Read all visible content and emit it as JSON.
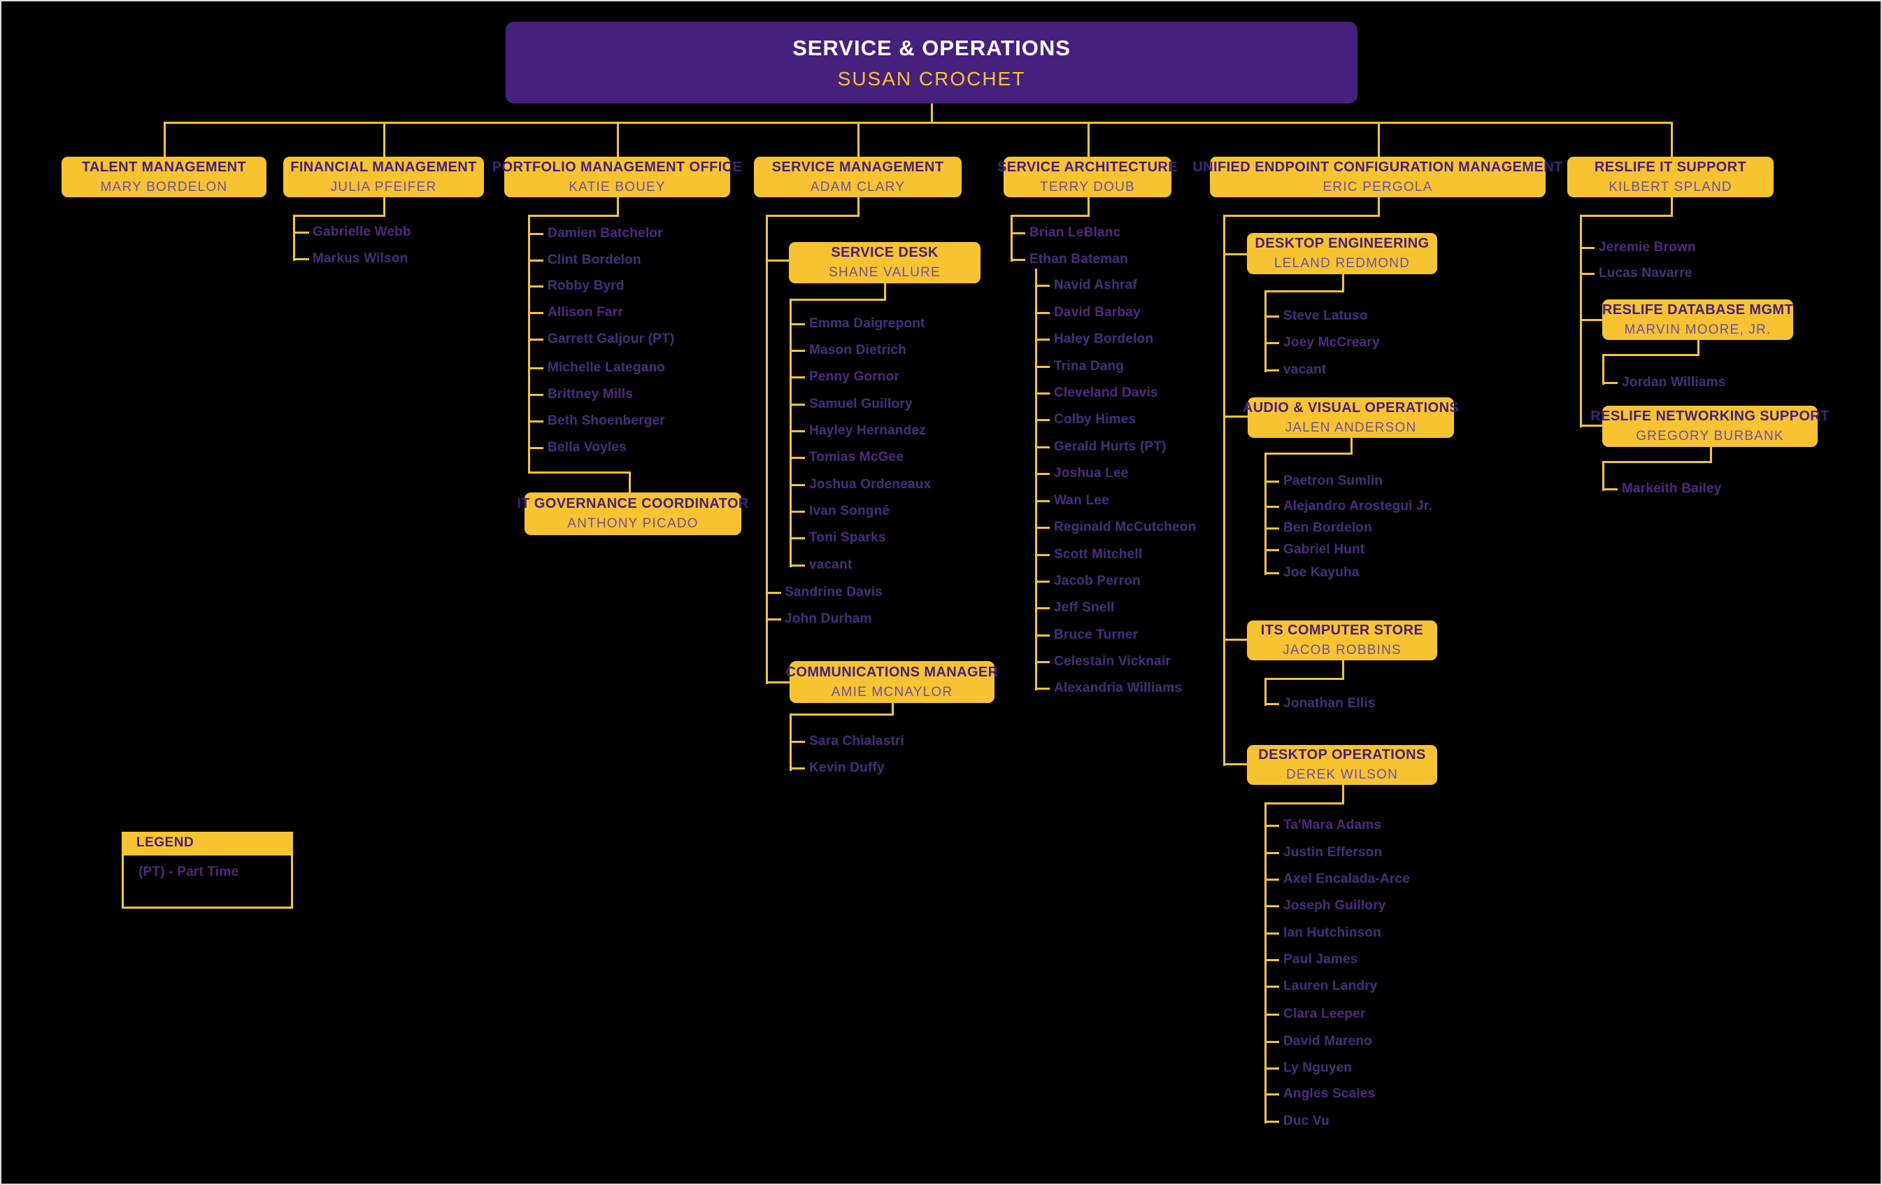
{
  "root": {
    "title": "SERVICE & OPERATIONS",
    "name": "SUSAN CROCHET"
  },
  "legend": {
    "header": "LEGEND",
    "entries": [
      "(PT) - Part Time"
    ]
  },
  "colors": {
    "background": "#000000",
    "gold": "#F7C331",
    "root_purple": "#45217D",
    "box_title_purple": "#45217D",
    "box_name_purple": "#6F4FA0",
    "member_purple": "#4A2B80",
    "root_title_white": "#FFFFFF"
  },
  "departments": [
    {
      "title": "TALENT MANAGEMENT",
      "name": "MARY BORDELON",
      "members": []
    },
    {
      "title": "FINANCIAL MANAGEMENT",
      "name": "JULIA PFEIFER",
      "members": [
        "Gabrielle Webb",
        "Markus Wilson"
      ]
    },
    {
      "title": "PORTFOLIO MANAGEMENT OFFICE",
      "name": "KATIE BOUEY",
      "members": [
        "Damien Batchelor",
        "Clint Bordelon",
        "Robby Byrd",
        "Allison Farr",
        "Garrett Galjour (PT)",
        "Michelle Lategano",
        "Brittney Mills",
        "Beth Shoenberger",
        "Bella Voyles"
      ],
      "subunits": [
        {
          "title": "IT GOVERNANCE COORDINATOR",
          "name": "ANTHONY PICADO",
          "members": []
        }
      ]
    },
    {
      "title": "SERVICE MANAGEMENT",
      "name": "ADAM CLARY",
      "members": [
        "Sandrine Davis",
        "John Durham"
      ],
      "subunits": [
        {
          "title": "SERVICE DESK",
          "name": "SHANE VALURE",
          "members": [
            "Emma Daigrepont",
            "Mason Dietrich",
            "Penny Gornor",
            "Samuel Guillory",
            "Hayley Hernandez",
            "Tomias McGee",
            "Joshua Ordeneaux",
            "Ivan Songné",
            "Toni Sparks",
            "vacant"
          ]
        },
        {
          "title": "COMMUNICATIONS MANAGER",
          "name": "AMIE MCNAYLOR",
          "members": [
            "Sara Chialastri",
            "Kevin Duffy"
          ]
        }
      ]
    },
    {
      "title": "SERVICE ARCHITECTURE",
      "name": "TERRY DOUB",
      "members": [
        "Brian LeBlanc",
        "Ethan Bateman"
      ],
      "team": [
        "Navid Ashraf",
        "David Barbay",
        "Haley Bordelon",
        "Trina Dang",
        "Cleveland Davis",
        "Colby Himes",
        "Gerald Hurts (PT)",
        "Joshua Lee",
        "Wan Lee",
        "Reginald McCutcheon",
        "Scott Mitchell",
        "Jacob Perron",
        "Jeff Snell",
        "Bruce Turner",
        "Celestain Vicknair",
        "Alexandria Williams"
      ]
    },
    {
      "title": "UNIFIED ENDPOINT CONFIGURATION MANAGEMENT",
      "name": "ERIC PERGOLA",
      "members": [],
      "subunits": [
        {
          "title": "DESKTOP ENGINEERING",
          "name": "LELAND REDMOND",
          "members": [
            "Steve Latuso",
            "Joey McCreary",
            "vacant"
          ]
        },
        {
          "title": "AUDIO & VISUAL OPERATIONS",
          "name": "JALEN ANDERSON",
          "members": [
            "Paetron Sumlin",
            "Alejandro Arostegui Jr.",
            "Ben Bordelon",
            "Gabriel Hunt",
            "Joe Kayuha"
          ]
        },
        {
          "title": "ITS COMPUTER STORE",
          "name": "JACOB ROBBINS",
          "members": [
            "Jonathan Ellis"
          ]
        },
        {
          "title": "DESKTOP OPERATIONS",
          "name": "DEREK WILSON",
          "members": [
            "Ta'Mara Adams",
            "Justin Efferson",
            "Axel Encalada-Arce",
            "Joseph Guillory",
            "Ian Hutchinson",
            "Paul James",
            "Lauren Landry",
            "Clara Leeper",
            "David Mareno",
            "Ly Nguyen",
            "Angles Scales",
            "Duc Vu"
          ]
        }
      ]
    },
    {
      "title": "RESLIFE IT SUPPORT",
      "name": "KILBERT SPLAND",
      "members": [
        "Jeremie Brown",
        "Lucas Navarre"
      ],
      "subunits": [
        {
          "title": "RESLIFE DATABASE MGMT",
          "name": "MARVIN MOORE, JR.",
          "members": [
            "Jordan Williams"
          ]
        },
        {
          "title": "RESLIFE NETWORKING SUPPORT",
          "name": "GREGORY BURBANK",
          "members": [
            "Markeith Bailey"
          ]
        }
      ]
    }
  ]
}
